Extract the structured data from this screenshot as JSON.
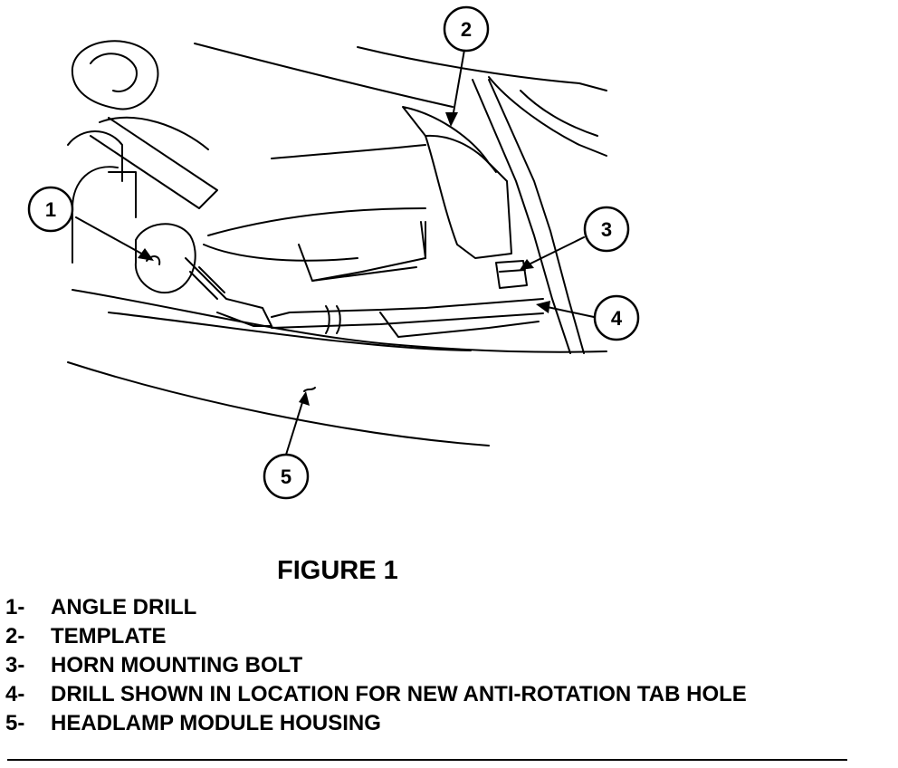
{
  "figure": {
    "title": "FIGURE 1",
    "callouts": [
      "1",
      "2",
      "3",
      "4",
      "5"
    ],
    "legend": [
      {
        "number": "1-",
        "text": "ANGLE DRILL"
      },
      {
        "number": "2-",
        "text": "TEMPLATE"
      },
      {
        "number": "3-",
        "text": "HORN MOUNTING BOLT"
      },
      {
        "number": "4-",
        "text": "DRILL SHOWN IN LOCATION FOR NEW ANTI-ROTATION TAB HOLE"
      },
      {
        "number": "5-",
        "text": "HEADLAMP MODULE HOUSING"
      }
    ]
  }
}
